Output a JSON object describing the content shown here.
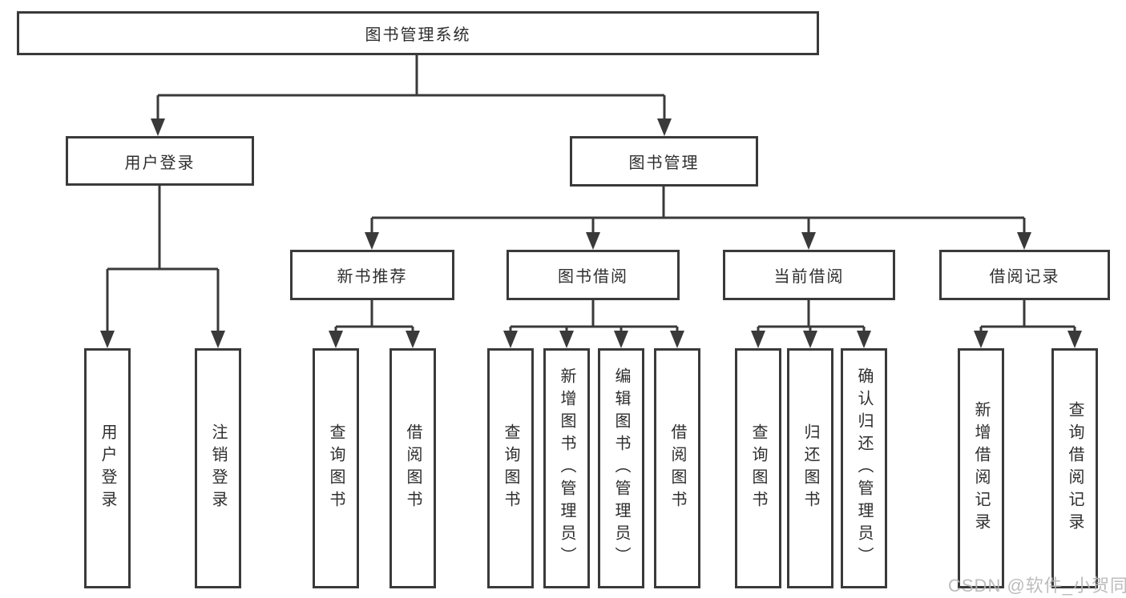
{
  "diagram": {
    "title": "图书管理系统",
    "level2": [
      {
        "id": "user-login",
        "label": "用户登录"
      },
      {
        "id": "book-management",
        "label": "图书管理"
      }
    ],
    "level3": [
      {
        "id": "new-book-recommend",
        "parent": "图书管理",
        "label": "新书推荐"
      },
      {
        "id": "book-borrow",
        "parent": "图书管理",
        "label": "图书借阅"
      },
      {
        "id": "current-borrow",
        "parent": "图书管理",
        "label": "当前借阅"
      },
      {
        "id": "borrow-record",
        "parent": "图书管理",
        "label": "借阅记录"
      }
    ],
    "leaves": [
      {
        "parent": "用户登录",
        "label": "用户登录"
      },
      {
        "parent": "用户登录",
        "label": "注销登录"
      },
      {
        "parent": "新书推荐",
        "label": "查询图书"
      },
      {
        "parent": "新书推荐",
        "label": "借阅图书"
      },
      {
        "parent": "图书借阅",
        "label": "查询图书"
      },
      {
        "parent": "图书借阅",
        "label": "新增图书（管理员）"
      },
      {
        "parent": "图书借阅",
        "label": "编辑图书（管理员）"
      },
      {
        "parent": "图书借阅",
        "label": "借阅图书"
      },
      {
        "parent": "当前借阅",
        "label": "查询图书"
      },
      {
        "parent": "当前借阅",
        "label": "归还图书"
      },
      {
        "parent": "当前借阅",
        "label": "确认归还（管理员）"
      },
      {
        "parent": "借阅记录",
        "label": "新增借阅记录"
      },
      {
        "parent": "借阅记录",
        "label": "查询借阅记录"
      }
    ],
    "watermark": "CSDN @软件_小贺同学",
    "colors": {
      "line": "#3a3a3a",
      "box_border": "#3a3a3a",
      "box_fill": "#ffffff",
      "text": "#2e2e2e",
      "watermark": "#b5b5b5",
      "background": "#ffffff"
    }
  }
}
